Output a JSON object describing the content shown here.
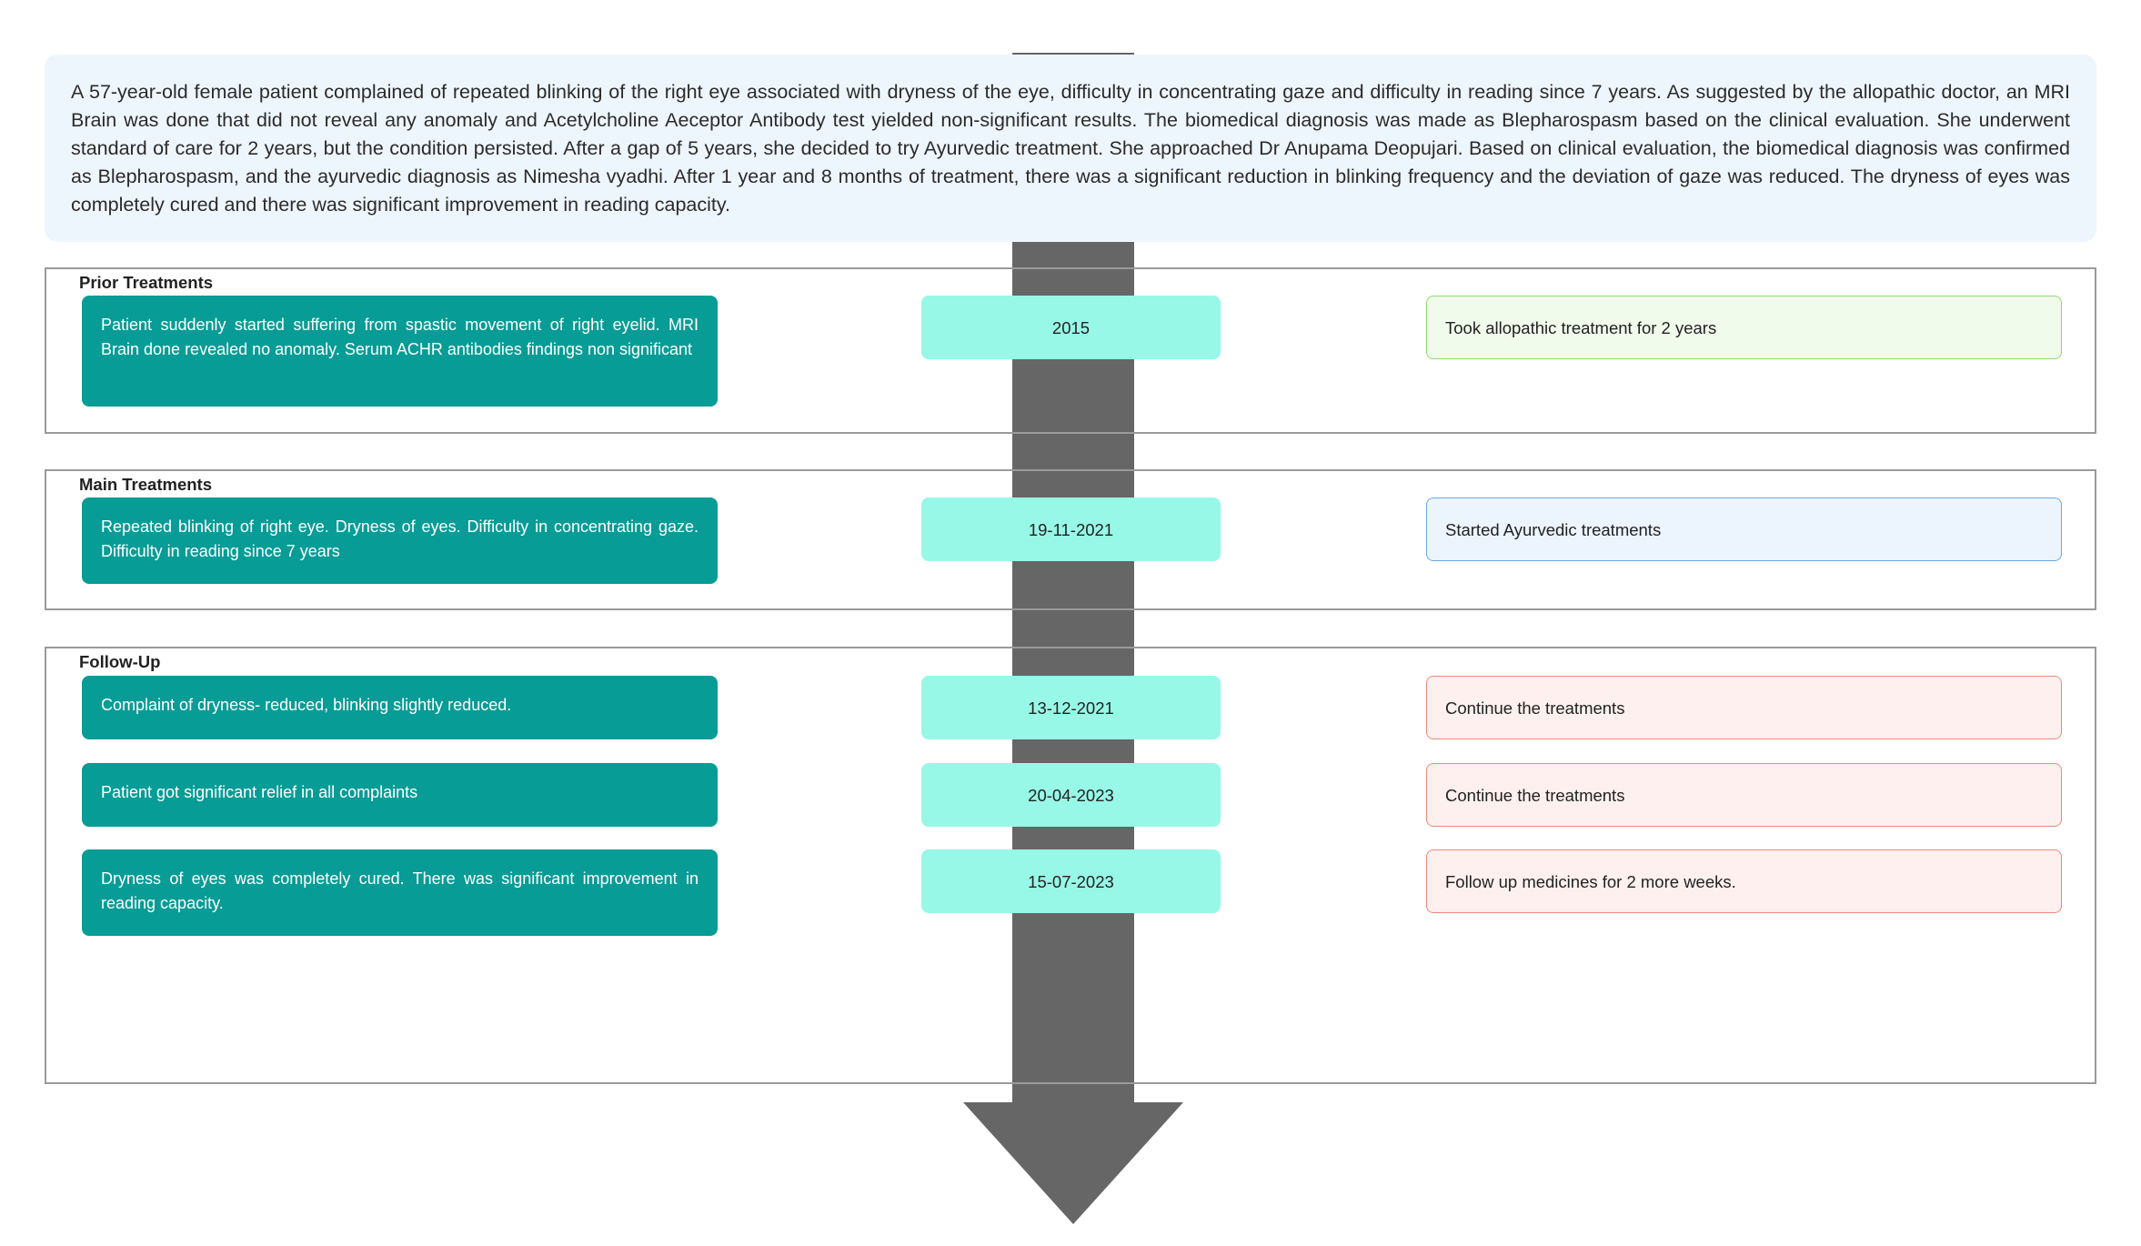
{
  "summary": "A 57-year-old female patient complained of repeated blinking of the right eye associated with dryness of the eye, difficulty in concentrating gaze and difficulty in reading since 7 years. As suggested by the allopathic doctor, an MRI Brain was done that did not reveal any anomaly and Acetylcholine Aeceptor Antibody test yielded non-significant results. The biomedical diagnosis was made as Blepharospasm based on the clinical evaluation. She underwent standard of care for 2 years, but the condition persisted. After a gap of 5 years, she decided to try Ayurvedic treatment. She approached Dr Anupama Deopujari. Based on clinical evaluation, the biomedical diagnosis was confirmed as Blepharospasm, and the ayurvedic diagnosis as Nimesha vyadhi. After 1 year and 8 months of treatment, there was a significant reduction in blinking frequency and the deviation of gaze was reduced. The dryness of eyes was completely cured and there was significant improvement in reading capacity.",
  "sections": {
    "prior": {
      "title": "Prior Treatments",
      "entries": [
        {
          "finding": "Patient suddenly started suffering from spastic movement of right eyelid. MRI Brain done revealed no anomaly. Serum ACHR antibodies findings non significant",
          "date": "2015",
          "action": "Took allopathic treatment for 2 years"
        }
      ]
    },
    "main": {
      "title": "Main Treatments",
      "entries": [
        {
          "finding": "Repeated blinking of right eye. Dryness of eyes. Difficulty in concentrating gaze. Difficulty in reading since 7 years",
          "date": "19-11-2021",
          "action": "Started Ayurvedic treatments"
        }
      ]
    },
    "followup": {
      "title": "Follow-Up",
      "entries": [
        {
          "finding": "Complaint of dryness- reduced, blinking slightly reduced.",
          "date": "13-12-2021",
          "action": "Continue the treatments"
        },
        {
          "finding": "Patient got significant relief in all complaints",
          "date": "20-04-2023",
          "action": "Continue the treatments"
        },
        {
          "finding": "Dryness of eyes was completely cured. There was significant improvement in reading capacity.",
          "date": "15-07-2023",
          "action": "Follow up medicines for 2 more weeks."
        }
      ]
    }
  },
  "colors": {
    "finding_bg": "#079c96",
    "date_bg": "#98f8e8",
    "arrow": "#666666",
    "prior_action_border": "#8fdb6e",
    "main_action_border": "#6aa9e6",
    "followup_action_border": "#ee8a7c"
  }
}
